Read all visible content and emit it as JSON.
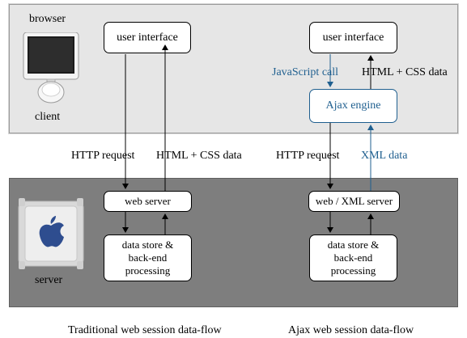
{
  "client": {
    "title": "browser",
    "label": "client"
  },
  "server": {
    "label": "server"
  },
  "traditional": {
    "ui": "user interface",
    "web_server": "web server",
    "data_store": "data store &\nback-end\nprocessing",
    "request": "HTTP request",
    "response": "HTML + CSS data",
    "caption": "Traditional web session data-flow"
  },
  "ajax": {
    "ui": "user interface",
    "js_call": "JavaScript call",
    "response_html": "HTML + CSS data",
    "engine": "Ajax engine",
    "request": "HTTP request",
    "xml_data": "XML data",
    "web_server": "web / XML server",
    "data_store": "data store &\nback-end\nprocessing",
    "caption": "Ajax web session data-flow"
  },
  "colors": {
    "accent_blue": "#1f5f8f",
    "client_band": "#e6e6e6",
    "server_band": "#7e7e7e"
  },
  "icons": {
    "client": "imac-computer-icon",
    "server": "power-mac-server-icon"
  }
}
